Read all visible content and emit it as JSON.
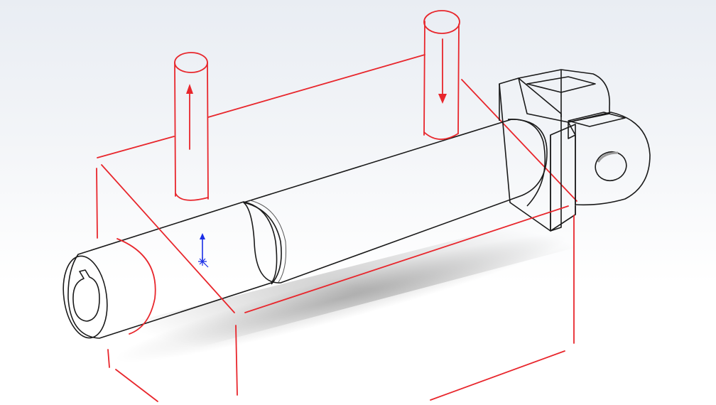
{
  "scene": {
    "part": "shaft-with-clevis",
    "view": "isometric",
    "colors": {
      "background_top": "#e9edf3",
      "background_bottom": "#ffffff",
      "part_light": "#cfcfcf",
      "part_mid": "#9e9e9e",
      "part_dark": "#5c5c5c",
      "edge": "#1a1a1a",
      "sketch": "#e8262c",
      "triad": "#1a2ee6"
    },
    "annotations": {
      "force_up_icon": "arrow-up",
      "force_down_icon": "arrow-down",
      "origin_icon": "coordinate-triad"
    }
  }
}
